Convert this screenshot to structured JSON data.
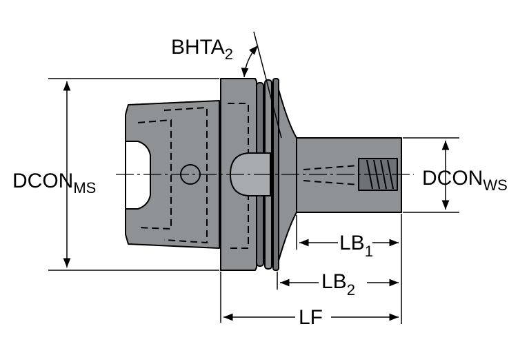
{
  "labels": {
    "bhta": {
      "main": "BHTA",
      "sub": "2"
    },
    "dcon_ms": {
      "main": "DCON",
      "sub": "MS"
    },
    "dcon_ws": {
      "main": "DCON",
      "sub": "WS"
    },
    "lb1": {
      "main": "LB",
      "sub": "1"
    },
    "lb2": {
      "main": "LB",
      "sub": "2"
    },
    "lf": {
      "main": "LF"
    }
  },
  "colors": {
    "body_fill": "#8f9294",
    "body_dark": "#6f7274",
    "outline": "#000000",
    "background": "#ffffff"
  }
}
